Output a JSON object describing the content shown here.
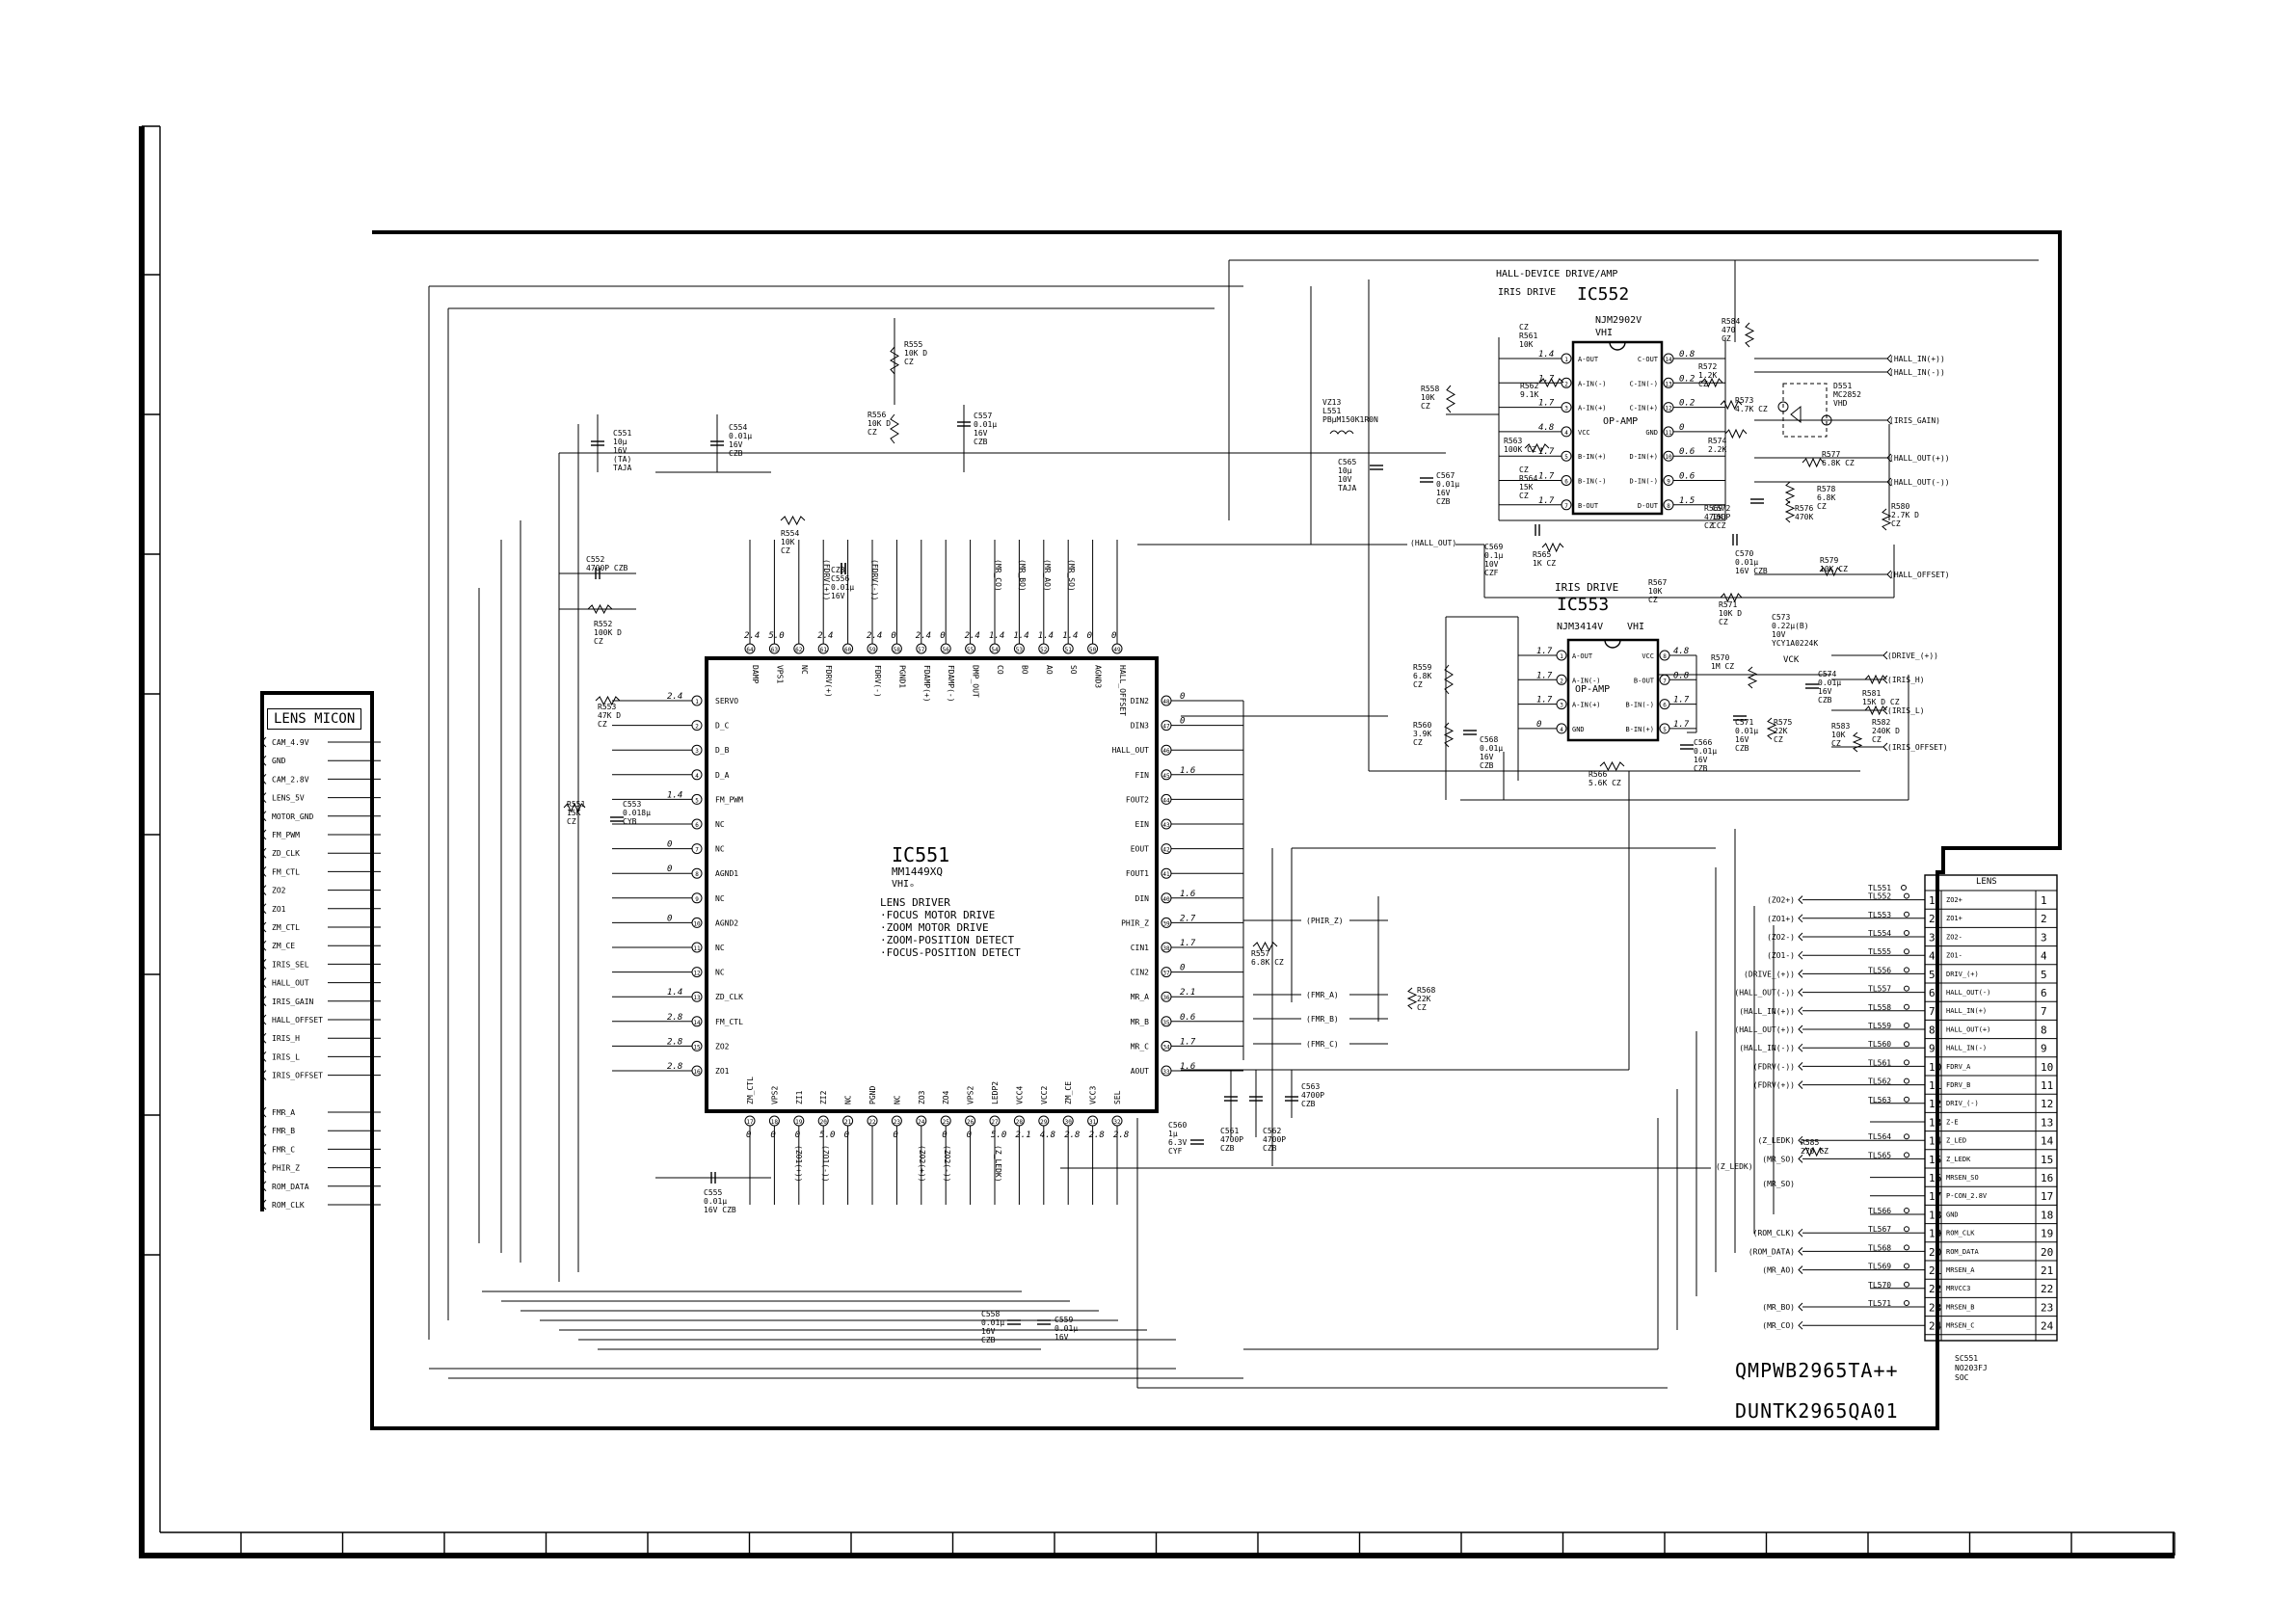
{
  "lens_micon": {
    "title": "LENS MICON",
    "signals_a": [
      "CAM_4.9V",
      "GND",
      "CAM_2.8V",
      "LENS_5V",
      "MOTOR_GND",
      "FM_PWM",
      "ZD_CLK",
      "FM_CTL",
      "ZO2",
      "ZO1",
      "ZM_CTL",
      "ZM_CE",
      "IRIS_SEL",
      "HALL_OUT",
      "IRIS_GAIN",
      "HALL_OFFSET",
      "IRIS_H",
      "IRIS_L",
      "IRIS_OFFSET"
    ],
    "signals_b": [
      "FMR_A",
      "FMR_B",
      "FMR_C",
      "PHIR_Z",
      "ROM_DATA",
      "ROM_CLK"
    ]
  },
  "ic551": {
    "ref": "IC551",
    "part": "MM1449XQ",
    "pkg": "VHIₒ",
    "desc": [
      "LENS DRIVER",
      "·FOCUS MOTOR DRIVE",
      "·ZOOM MOTOR DRIVE",
      "·ZOOM-POSITION DETECT",
      "·FOCUS-POSITION DETECT"
    ],
    "left_pins": [
      {
        "n": "1",
        "name": "SERVO",
        "v": "2.4"
      },
      {
        "n": "2",
        "name": "D_C",
        "v": ""
      },
      {
        "n": "3",
        "name": "D_B",
        "v": ""
      },
      {
        "n": "4",
        "name": "D_A",
        "v": ""
      },
      {
        "n": "5",
        "name": "FM_PWM",
        "v": "1.4"
      },
      {
        "n": "6",
        "name": "NC",
        "v": ""
      },
      {
        "n": "7",
        "name": "NC",
        "v": "0"
      },
      {
        "n": "8",
        "name": "AGND1",
        "v": "0"
      },
      {
        "n": "9",
        "name": "NC",
        "v": ""
      },
      {
        "n": "10",
        "name": "AGND2",
        "v": "0"
      },
      {
        "n": "11",
        "name": "NC",
        "v": ""
      },
      {
        "n": "12",
        "name": "NC",
        "v": ""
      },
      {
        "n": "13",
        "name": "ZD_CLK",
        "v": "1.4"
      },
      {
        "n": "14",
        "name": "FM_CTL",
        "v": "2.8"
      },
      {
        "n": "15",
        "name": "ZO2",
        "v": "2.8"
      },
      {
        "n": "16",
        "name": "ZO1",
        "v": "2.8"
      }
    ],
    "right_pins": [
      {
        "n": "48",
        "name": "DIN2",
        "v": "0"
      },
      {
        "n": "47",
        "name": "DIN3",
        "v": "0"
      },
      {
        "n": "46",
        "name": "HALL_OUT",
        "v": ""
      },
      {
        "n": "45",
        "name": "FIN",
        "v": "1.6"
      },
      {
        "n": "44",
        "name": "FOUT2",
        "v": ""
      },
      {
        "n": "43",
        "name": "EIN",
        "v": ""
      },
      {
        "n": "42",
        "name": "EOUT",
        "v": ""
      },
      {
        "n": "41",
        "name": "FOUT1",
        "v": ""
      },
      {
        "n": "40",
        "name": "DIN",
        "v": "1.6"
      },
      {
        "n": "39",
        "name": "PHIR_Z",
        "v": "2.7"
      },
      {
        "n": "38",
        "name": "CIN1",
        "v": "1.7"
      },
      {
        "n": "37",
        "name": "CIN2",
        "v": "0"
      },
      {
        "n": "36",
        "name": "MR_A",
        "v": "2.1"
      },
      {
        "n": "35",
        "name": "MR_B",
        "v": "0.6"
      },
      {
        "n": "34",
        "name": "MR_C",
        "v": "1.7"
      },
      {
        "n": "33",
        "name": "AOUT",
        "v": "1.6"
      }
    ],
    "top_pins": [
      {
        "n": "64",
        "name": "DAMP",
        "v": "2.4"
      },
      {
        "n": "63",
        "name": "VPS1",
        "v": "5.0"
      },
      {
        "n": "62",
        "name": "NC",
        "v": ""
      },
      {
        "n": "61",
        "name": "FDRV(+)",
        "v": "2.4"
      },
      {
        "n": "60",
        "name": "",
        "v": ""
      },
      {
        "n": "59",
        "name": "FDRV(-)",
        "v": "2.4"
      },
      {
        "n": "58",
        "name": "PGND1",
        "v": "0"
      },
      {
        "n": "57",
        "name": "FDAMP(+)",
        "v": "2.4"
      },
      {
        "n": "56",
        "name": "FDAMP(-)",
        "v": "0"
      },
      {
        "n": "55",
        "name": "DMP_OUT",
        "v": "2.4"
      },
      {
        "n": "54",
        "name": "CO",
        "v": "1.4"
      },
      {
        "n": "53",
        "name": "BO",
        "v": "1.4"
      },
      {
        "n": "52",
        "name": "AO",
        "v": "1.4"
      },
      {
        "n": "51",
        "name": "SO",
        "v": "1.4"
      },
      {
        "n": "50",
        "name": "AGND3",
        "v": "0"
      },
      {
        "n": "49",
        "name": "HALL_OFFSET",
        "v": "0"
      }
    ],
    "bottom_pins": [
      {
        "n": "17",
        "name": "ZM_CTL",
        "v": "0"
      },
      {
        "n": "18",
        "name": "VPS2",
        "v": "0"
      },
      {
        "n": "19",
        "name": "ZI1",
        "v": "0"
      },
      {
        "n": "20",
        "name": "ZI2",
        "v": "5.0"
      },
      {
        "n": "21",
        "name": "NC",
        "v": "0"
      },
      {
        "n": "22",
        "name": "PGND",
        "v": ""
      },
      {
        "n": "23",
        "name": "NC",
        "v": "0"
      },
      {
        "n": "24",
        "name": "ZO3",
        "v": ""
      },
      {
        "n": "25",
        "name": "ZO4",
        "v": "0"
      },
      {
        "n": "26",
        "name": "VPS2",
        "v": "0"
      },
      {
        "n": "27",
        "name": "LEDP2",
        "v": "5.0"
      },
      {
        "n": "28",
        "name": "VCC4",
        "v": "2.1"
      },
      {
        "n": "29",
        "name": "VCC2",
        "v": "4.8"
      },
      {
        "n": "30",
        "name": "ZM_CE",
        "v": "2.8"
      },
      {
        "n": "31",
        "name": "VCC3",
        "v": "2.8"
      },
      {
        "n": "32",
        "name": "SEL",
        "v": "2.8"
      }
    ]
  },
  "ic552": {
    "header": "HALL-DEVICE DRIVE/AMP",
    "sub": "IRIS DRIVE",
    "ref": "IC552",
    "part": "NJM2902V",
    "pkg": "VHI",
    "label": "OP-AMP",
    "left": [
      {
        "n": "1",
        "name": "A-OUT",
        "v": "1.4"
      },
      {
        "n": "2",
        "name": "A-IN(-)",
        "v": "1.7"
      },
      {
        "n": "3",
        "name": "A-IN(+)",
        "v": "1.7"
      },
      {
        "n": "4",
        "name": "VCC",
        "v": "4.8"
      },
      {
        "n": "5",
        "name": "B-IN(+)",
        "v": "1.7"
      },
      {
        "n": "6",
        "name": "B-IN(-)",
        "v": "1.7"
      },
      {
        "n": "7",
        "name": "B-OUT",
        "v": "1.7"
      }
    ],
    "right": [
      {
        "n": "14",
        "name": "C-OUT",
        "v": "0.8"
      },
      {
        "n": "13",
        "name": "C-IN(-)",
        "v": "0.2"
      },
      {
        "n": "12",
        "name": "C-IN(+)",
        "v": "0.2"
      },
      {
        "n": "11",
        "name": "GND",
        "v": "0"
      },
      {
        "n": "10",
        "name": "D-IN(+)",
        "v": "0.6"
      },
      {
        "n": "9",
        "name": "D-IN(-)",
        "v": "0.6"
      },
      {
        "n": "8",
        "name": "D-OUT",
        "v": "1.5"
      }
    ]
  },
  "ic553": {
    "sub": "IRIS DRIVE",
    "ref": "IC553",
    "part": "NJM3414V",
    "pkg": "VHI",
    "label": "OP-AMP",
    "left": [
      {
        "n": "1",
        "name": "A-OUT",
        "v": "1.7"
      },
      {
        "n": "2",
        "name": "A-IN(-)",
        "v": "1.7"
      },
      {
        "n": "3",
        "name": "A-IN(+)",
        "v": "1.7"
      },
      {
        "n": "4",
        "name": "GND",
        "v": "0"
      }
    ],
    "right": [
      {
        "n": "8",
        "name": "VCC",
        "v": "4.8"
      },
      {
        "n": "7",
        "name": "B-OUT",
        "v": "0.8"
      },
      {
        "n": "6",
        "name": "B-IN(-)",
        "v": "1.7"
      },
      {
        "n": "5",
        "name": "B-IN(+)",
        "v": "1.7"
      }
    ]
  },
  "components": [
    {
      "id": "c551",
      "l": [
        "C551",
        "10µ",
        "16V",
        "(TA)",
        "TAJA"
      ]
    },
    {
      "id": "c554",
      "l": [
        "C554",
        "0.01µ",
        "16V",
        "CZB"
      ]
    },
    {
      "id": "r555",
      "l": [
        "R555",
        "10K D",
        "CZ"
      ]
    },
    {
      "id": "r556",
      "l": [
        "R556",
        "10K D",
        "CZ"
      ]
    },
    {
      "id": "c557",
      "l": [
        "C557",
        "0.01µ",
        "16V",
        "CZB"
      ]
    },
    {
      "id": "r554",
      "l": [
        "R554",
        "10K",
        "CZ"
      ]
    },
    {
      "id": "c552",
      "l": [
        "C552",
        "4700P  CZB"
      ]
    },
    {
      "id": "r552",
      "l": [
        "R552",
        "100K D",
        "CZ"
      ]
    },
    {
      "id": "c556",
      "l": [
        "CZB",
        "C556",
        "0.01µ",
        "16V"
      ]
    },
    {
      "id": "r553",
      "l": [
        "R553",
        "47K D",
        "CZ"
      ]
    },
    {
      "id": "r551",
      "l": [
        "R551",
        "15K",
        "CZ"
      ]
    },
    {
      "id": "c553",
      "l": [
        "C553",
        "0.018µ",
        "CYB"
      ]
    },
    {
      "id": "c555",
      "l": [
        "C555",
        "0.01µ",
        "16V  CZB"
      ]
    },
    {
      "id": "c558",
      "l": [
        "C558",
        "0.01µ",
        "16V",
        "CZB"
      ]
    },
    {
      "id": "c559",
      "l": [
        "C559",
        "0.01µ",
        "16V"
      ]
    },
    {
      "id": "c560",
      "l": [
        "C560",
        "1µ",
        "6.3V",
        "CYF"
      ]
    },
    {
      "id": "c561",
      "l": [
        "C561",
        "4700P",
        "CZB"
      ]
    },
    {
      "id": "c562",
      "l": [
        "C562",
        "4700P",
        "CZB"
      ]
    },
    {
      "id": "c563",
      "l": [
        "C563",
        "4700P",
        "CZB"
      ]
    },
    {
      "id": "r557",
      "l": [
        "R557",
        "6.8K CZ"
      ]
    },
    {
      "id": "r568",
      "l": [
        "R568",
        "22K",
        "CZ"
      ]
    },
    {
      "id": "l551",
      "l": [
        "VZ13",
        "L551",
        "PBµM150K1R0N"
      ]
    },
    {
      "id": "c565",
      "l": [
        "C565",
        "10µ",
        "10V",
        "TAJA"
      ]
    },
    {
      "id": "c567",
      "l": [
        "C567",
        "0.01µ",
        "16V",
        "CZB"
      ]
    },
    {
      "id": "r558",
      "l": [
        "R558",
        "10K",
        "CZ"
      ]
    },
    {
      "id": "r561",
      "l": [
        "CZ",
        "R561",
        "10K"
      ]
    },
    {
      "id": "r562",
      "l": [
        "R562",
        "9.1K"
      ]
    },
    {
      "id": "r563",
      "l": [
        "R563",
        "100K CZ"
      ]
    },
    {
      "id": "r564",
      "l": [
        "CZ",
        "R564",
        "15K",
        "CZ"
      ]
    },
    {
      "id": "r584",
      "l": [
        "R584",
        "470",
        "CZ"
      ]
    },
    {
      "id": "r572",
      "l": [
        "R572",
        "1.2K",
        "CZ"
      ]
    },
    {
      "id": "r573",
      "l": [
        "R573",
        "4.7K CZ"
      ]
    },
    {
      "id": "r574",
      "l": [
        "R574",
        "2.2K"
      ]
    },
    {
      "id": "d551",
      "l": [
        "D551",
        "MC2852",
        "VHD"
      ]
    },
    {
      "id": "r577",
      "l": [
        "R577",
        "6.8K CZ"
      ]
    },
    {
      "id": "r578",
      "l": [
        "R578",
        "6.8K",
        "CZ"
      ]
    },
    {
      "id": "r580",
      "l": [
        "R580",
        "2.7K D",
        "CZ"
      ]
    },
    {
      "id": "r569",
      "l": [
        "R569",
        "470K",
        "CZ"
      ]
    },
    {
      "id": "c572",
      "l": [
        "C572",
        "150P",
        "CCZ"
      ]
    },
    {
      "id": "r576",
      "l": [
        "R576",
        "470K"
      ]
    },
    {
      "id": "c569",
      "l": [
        "C569",
        "0.1µ",
        "10V",
        "CZF"
      ]
    },
    {
      "id": "r565",
      "l": [
        "R565",
        "1K CZ"
      ]
    },
    {
      "id": "c570",
      "l": [
        "C570",
        "0.01µ",
        "16V CZB"
      ]
    },
    {
      "id": "r579",
      "l": [
        "R579",
        "10K CZ"
      ]
    },
    {
      "id": "r567",
      "l": [
        "R567",
        "10K",
        "CZ"
      ]
    },
    {
      "id": "r571",
      "l": [
        "R571",
        "10K D",
        "CZ"
      ]
    },
    {
      "id": "c573",
      "l": [
        "C573",
        "0.22µ(B)",
        "10V",
        "YCY1A0224K"
      ]
    },
    {
      "id": "r570",
      "l": [
        "R570",
        "1M CZ"
      ]
    },
    {
      "id": "c574",
      "l": [
        "C574",
        "0.01µ",
        "16V",
        "CZB"
      ]
    },
    {
      "id": "r581",
      "l": [
        "R581",
        "15K D CZ"
      ]
    },
    {
      "id": "r582",
      "l": [
        "R582",
        "240K D",
        "CZ"
      ]
    },
    {
      "id": "r583",
      "l": [
        "R583",
        "10K",
        "CZ"
      ]
    },
    {
      "id": "c571",
      "l": [
        "C571",
        "0.01µ",
        "16V",
        "CZB"
      ]
    },
    {
      "id": "r575",
      "l": [
        "R575",
        "22K",
        "CZ"
      ]
    },
    {
      "id": "r559",
      "l": [
        "R559",
        "6.8K",
        "CZ"
      ]
    },
    {
      "id": "r560",
      "l": [
        "R560",
        "3.9K",
        "CZ"
      ]
    },
    {
      "id": "c568",
      "l": [
        "C568",
        "0.01µ",
        "16V",
        "CZB"
      ]
    },
    {
      "id": "r566",
      "l": [
        "R566",
        "5.6K CZ"
      ]
    },
    {
      "id": "c566",
      "l": [
        "C566",
        "0.01µ",
        "16V",
        "CZB"
      ]
    },
    {
      "id": "r585",
      "l": [
        "R585",
        "270 CZ"
      ]
    }
  ],
  "vck": "VCK",
  "ic552_nets": {
    "hall_in_p": "(HALL_IN(+))",
    "hall_in_m": "(HALL_IN(-))",
    "iris_gain": "(IRIS_GAIN)",
    "hall_out_p": "(HALL_OUT(+))",
    "hall_out_m": "(HALL_OUT(-))",
    "hall_out": "(HALL_OUT)",
    "hall_offset": "(HALL_OFFSET)"
  },
  "ic553_nets": {
    "drive_p": "(DRIVE_(+))",
    "iris_h": "(IRIS_H)",
    "iris_l": "(IRIS_L)",
    "iris_offset": "(IRIS_OFFSET)"
  },
  "ic551_nets": {
    "phir_z": "(PHIR_Z)",
    "fmr_a": "(FMR_A)",
    "fmr_b": "(FMR_B)",
    "fmr_c": "(FMR_C)",
    "z_ledk": "(Z_LEDK)",
    "mr_so": "(MR_SO)",
    "top_fdrv_p": "(FDRV(+))",
    "top_fdrv_m": "(FDRV(-))",
    "top_mr_co": "(MR_CO)",
    "top_mr_bo": "(MR_BO)",
    "top_mr_ao": "(MR_AO)",
    "top_mr_so": "(MR_SO)",
    "bot_zo1p": "(ZO1(+))",
    "bot_zo1m": "(ZO1(-))",
    "bot_zo2p": "(ZO2(+))",
    "bot_zo2m": "(ZO2(-))",
    "bot_zledk": "(Z_LEDK)"
  },
  "lens_conn": {
    "title": "LENS",
    "ref": [
      "SC551",
      "NO203FJ",
      "SOC"
    ],
    "rows": [
      {
        "tl": "TL551",
        "net": "",
        "n": "",
        "name": "",
        "r": ""
      },
      {
        "tl": "TL552",
        "net": "(ZO2+)",
        "n": "1",
        "name": "ZO2+",
        "r": "1"
      },
      {
        "tl": "TL553",
        "net": "(ZO1+)",
        "n": "2",
        "name": "ZO1+",
        "r": "2"
      },
      {
        "tl": "TL554",
        "net": "(ZO2-)",
        "n": "3",
        "name": "ZO2-",
        "r": "3"
      },
      {
        "tl": "TL555",
        "net": "(ZO1-)",
        "n": "4",
        "name": "ZO1-",
        "r": "4"
      },
      {
        "tl": "TL556",
        "net": "(DRIVE_(+))",
        "n": "5",
        "name": "DRIV_(+)",
        "r": "5"
      },
      {
        "tl": "TL557",
        "net": "(HALL_OUT(-))",
        "n": "6",
        "name": "HALL_OUT(-)",
        "r": "6"
      },
      {
        "tl": "TL558",
        "net": "(HALL_IN(+))",
        "n": "7",
        "name": "HALL_IN(+)",
        "r": "7"
      },
      {
        "tl": "TL559",
        "net": "(HALL_OUT(+))",
        "n": "8",
        "name": "HALL_OUT(+)",
        "r": "8"
      },
      {
        "tl": "TL560",
        "net": "(HALL_IN(-))",
        "n": "9",
        "name": "HALL_IN(-)",
        "r": "9"
      },
      {
        "tl": "TL561",
        "net": "(FDRV(-))",
        "n": "10",
        "name": "FDRV_A",
        "r": "10"
      },
      {
        "tl": "TL562",
        "net": "(FDRV(+))",
        "n": "11",
        "name": "FDRV_B",
        "r": "11"
      },
      {
        "tl": "TL563",
        "net": "",
        "n": "12",
        "name": "DRIV_(-)",
        "r": "12"
      },
      {
        "tl": "",
        "net": "",
        "n": "13",
        "name": "Z-E",
        "r": "13"
      },
      {
        "tl": "TL564",
        "net": "(Z_LEDK)",
        "n": "14",
        "name": "Z_LED",
        "r": "14"
      },
      {
        "tl": "TL565",
        "net": "(MR_SO)",
        "n": "15",
        "name": "Z_LEDK",
        "r": "15"
      },
      {
        "tl": "",
        "net": "",
        "n": "16",
        "name": "MRSEN_SO",
        "r": "16"
      },
      {
        "tl": "",
        "net": "",
        "n": "17",
        "name": "P-CON_2.8V",
        "r": "17"
      },
      {
        "tl": "TL566",
        "net": "",
        "n": "18",
        "name": "GND",
        "r": "18"
      },
      {
        "tl": "TL567",
        "net": "(ROM_CLK)",
        "n": "19",
        "name": "ROM_CLK",
        "r": "19"
      },
      {
        "tl": "TL568",
        "net": "(ROM_DATA)",
        "n": "20",
        "name": "ROM_DATA",
        "r": "20"
      },
      {
        "tl": "TL569",
        "net": "(MR_AO)",
        "n": "21",
        "name": "MRSEN_A",
        "r": "21"
      },
      {
        "tl": "TL570",
        "net": "",
        "n": "22",
        "name": "MRVCC3",
        "r": "22"
      },
      {
        "tl": "TL571",
        "net": "(MR_BO)",
        "n": "23",
        "name": "MRSEN_B",
        "r": "23"
      },
      {
        "tl": "",
        "net": "(MR_CO)",
        "n": "24",
        "name": "MRSEN_C",
        "r": "24"
      }
    ]
  },
  "pwb": "QMPWB2965TA++",
  "unit": "DUNTK2965QA01"
}
